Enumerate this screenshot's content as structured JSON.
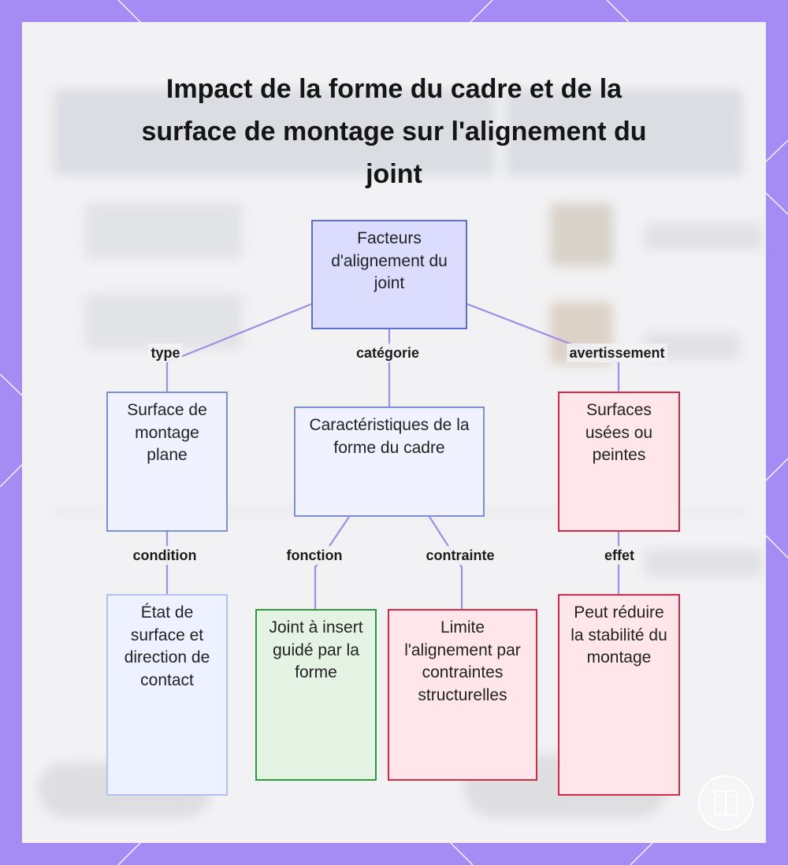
{
  "title": "Impact de la forme du cadre et de la surface de montage sur l'alignement du joint",
  "colors": {
    "frame": "#a58cf5",
    "card": "#f2f2f4",
    "edge": "#a18de6",
    "root_fill": "#dcdcfe",
    "blue_fill": "#f0f3ff",
    "red_fill": "#ffe6ea",
    "red_border": "#d02a48",
    "green_fill": "#e5f3e5",
    "green_border": "#2e9a3c"
  },
  "nodes": {
    "root": "Facteurs d'alignement du joint",
    "flat_surface": "Surface de montage plane",
    "frame_shape": "Caractéristiques de la forme du cadre",
    "worn_surfaces": "Surfaces usées ou peintes",
    "surface_state": "État de surface et direction de contact",
    "shape_insert": "Joint à insert guidé par la forme",
    "structural_limit": "Limite l'alignement par contraintes structurelles",
    "stability": "Peut réduire la stabilité du montage"
  },
  "edges": {
    "type": "type",
    "category": "catégorie",
    "warning": "avertissement",
    "condition": "condition",
    "function": "fonction",
    "constraint": "contrainte",
    "effect": "effet"
  },
  "logo_icon": "logo-icon"
}
